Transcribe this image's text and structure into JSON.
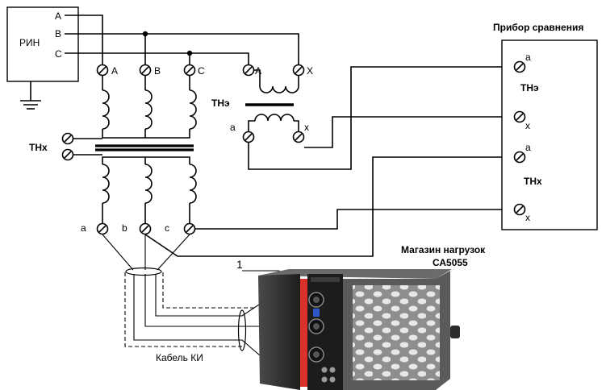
{
  "source": {
    "name": "РИН",
    "phases": [
      "A",
      "B",
      "C"
    ]
  },
  "thx": {
    "label": "ТНх",
    "primary_terminals": [
      "A",
      "B",
      "C"
    ],
    "secondary_terminals": [
      "a",
      "b",
      "c"
    ]
  },
  "the": {
    "label": "ТНэ",
    "primary_terminals": [
      "A",
      "X"
    ],
    "secondary_terminals": [
      "a",
      "x"
    ]
  },
  "comparator": {
    "title": "Прибор сравнения",
    "group1": {
      "label": "ТНэ",
      "top_terminal": "a",
      "bottom_terminal": "x"
    },
    "group2": {
      "label": "ТНх",
      "top_terminal": "a",
      "bottom_terminal": "x"
    }
  },
  "load_box": {
    "title_line1": "Магазин нагрузок",
    "title_line2": "СА5055",
    "callout": "1"
  },
  "cable": {
    "label": "Кабель КИ"
  },
  "colors": {
    "wire": "#000000",
    "device_dark": "#2b2b2b",
    "device_red": "#d8322a",
    "device_blue": "#2c57c9",
    "device_grey": "#9a9a9a"
  }
}
